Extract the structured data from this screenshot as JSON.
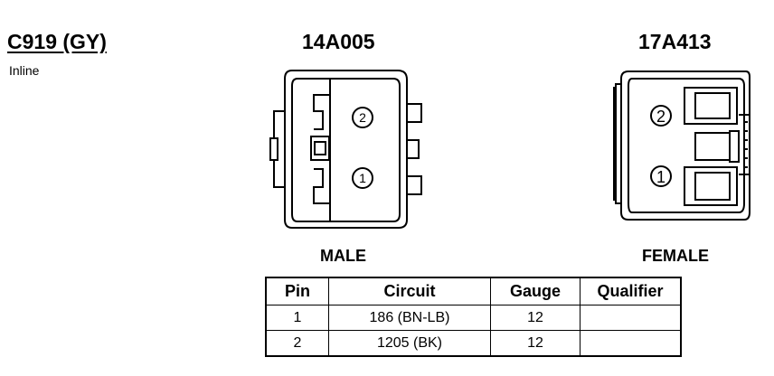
{
  "connector": {
    "id": "C919 (GY)",
    "location": "Inline"
  },
  "male": {
    "part_number": "14A005",
    "gender": "MALE",
    "pins": [
      "2",
      "1"
    ]
  },
  "female": {
    "part_number": "17A413",
    "gender": "FEMALE",
    "pins": [
      "2",
      "1"
    ]
  },
  "table": {
    "headers": [
      "Pin",
      "Circuit",
      "Gauge",
      "Qualifier"
    ],
    "rows": [
      {
        "pin": "1",
        "circuit": "186 (BN-LB)",
        "gauge": "12",
        "qualifier": ""
      },
      {
        "pin": "2",
        "circuit": "1205 (BK)",
        "gauge": "12",
        "qualifier": ""
      }
    ]
  }
}
